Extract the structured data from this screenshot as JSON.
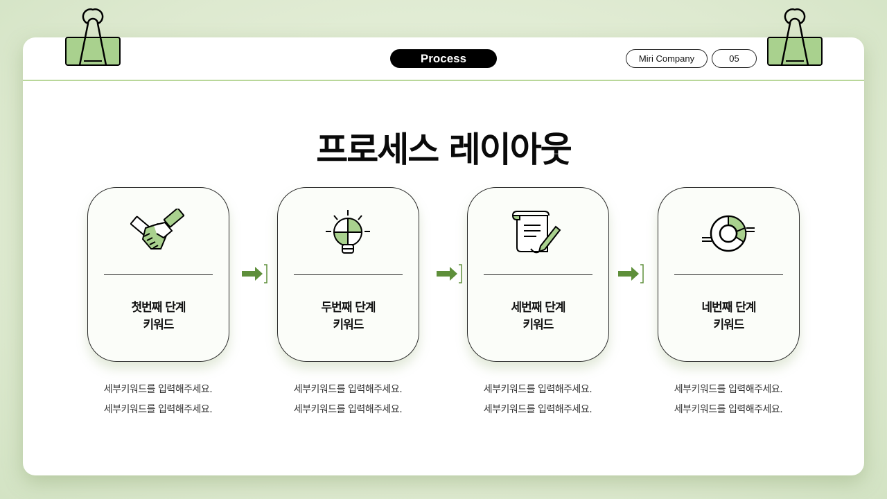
{
  "header": {
    "badge": "Process",
    "company": "Miri Company",
    "page_number": "05"
  },
  "title": "프로세스 레이아웃",
  "colors": {
    "accent_green": "#a9d18e",
    "arrow_green": "#5e8f3a",
    "header_line": "#b9d79a"
  },
  "steps": [
    {
      "icon": "handshake-icon",
      "line1": "첫번째 단계",
      "line2": "키워드",
      "desc1": "세부키워드를 입력해주세요.",
      "desc2": "세부키워드를 입력해주세요."
    },
    {
      "icon": "lightbulb-puzzle-icon",
      "line1": "두번째 단계",
      "line2": "키워드",
      "desc1": "세부키워드를 입력해주세요.",
      "desc2": "세부키워드를 입력해주세요."
    },
    {
      "icon": "scroll-contract-icon",
      "line1": "세번째 단계",
      "line2": "키워드",
      "desc1": "세부키워드를 입력해주세요.",
      "desc2": "세부키워드를 입력해주세요."
    },
    {
      "icon": "donut-chart-icon",
      "line1": "네번째 단계",
      "line2": "키워드",
      "desc1": "세부키워드를 입력해주세요.",
      "desc2": "세부키워드를 입력해주세요."
    }
  ]
}
